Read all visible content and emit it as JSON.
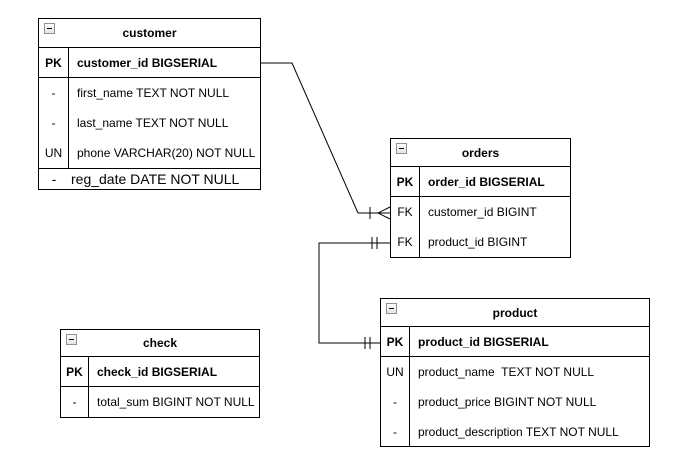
{
  "diagram": {
    "type": "entity-relationship",
    "background": "#ffffff",
    "colors": {
      "table_border": "#000000",
      "text": "#000000",
      "relation_line": "#000000",
      "collapse_icon_border": "#919191",
      "collapse_icon_fill": "#f0f0f0"
    },
    "tables": {
      "customer": {
        "title": "customer",
        "rows": [
          {
            "key": "PK",
            "field": "customer_id BIGSERIAL"
          },
          {
            "key": "-",
            "field": "first_name TEXT NOT NULL"
          },
          {
            "key": "-",
            "field": "last_name TEXT NOT NULL"
          },
          {
            "key": "UN",
            "field": "phone VARCHAR(20) NOT NULL"
          },
          {
            "key": "-",
            "field": "reg_date DATE NOT NULL"
          }
        ]
      },
      "orders": {
        "title": "orders",
        "rows": [
          {
            "key": "PK",
            "field": "order_id BIGSERIAL"
          },
          {
            "key": "FK",
            "field": "customer_id BIGINT"
          },
          {
            "key": "FK",
            "field": "product_id BIGINT"
          }
        ]
      },
      "product": {
        "title": "product",
        "rows": [
          {
            "key": "PK",
            "field": "product_id BIGSERIAL"
          },
          {
            "key": "UN",
            "field": "product_name  TEXT NOT NULL"
          },
          {
            "key": "-",
            "field": "product_price BIGINT NOT NULL"
          },
          {
            "key": "-",
            "field": "product_description TEXT NOT NULL"
          }
        ]
      },
      "check": {
        "title": "check",
        "rows": [
          {
            "key": "PK",
            "field": "check_id BIGSERIAL"
          },
          {
            "key": "-",
            "field": "total_sum BIGINT NOT NULL"
          }
        ]
      }
    },
    "relations": [
      {
        "from": "customer.customer_id",
        "to": "orders.customer_id",
        "from_notation": "plain",
        "to_notation": "one-to-many (tick + crow's foot)"
      },
      {
        "from": "orders.product_id",
        "to": "product.product_id",
        "from_notation": "exactly-one (double tick)",
        "to_notation": "exactly-one (double tick)"
      }
    ]
  }
}
